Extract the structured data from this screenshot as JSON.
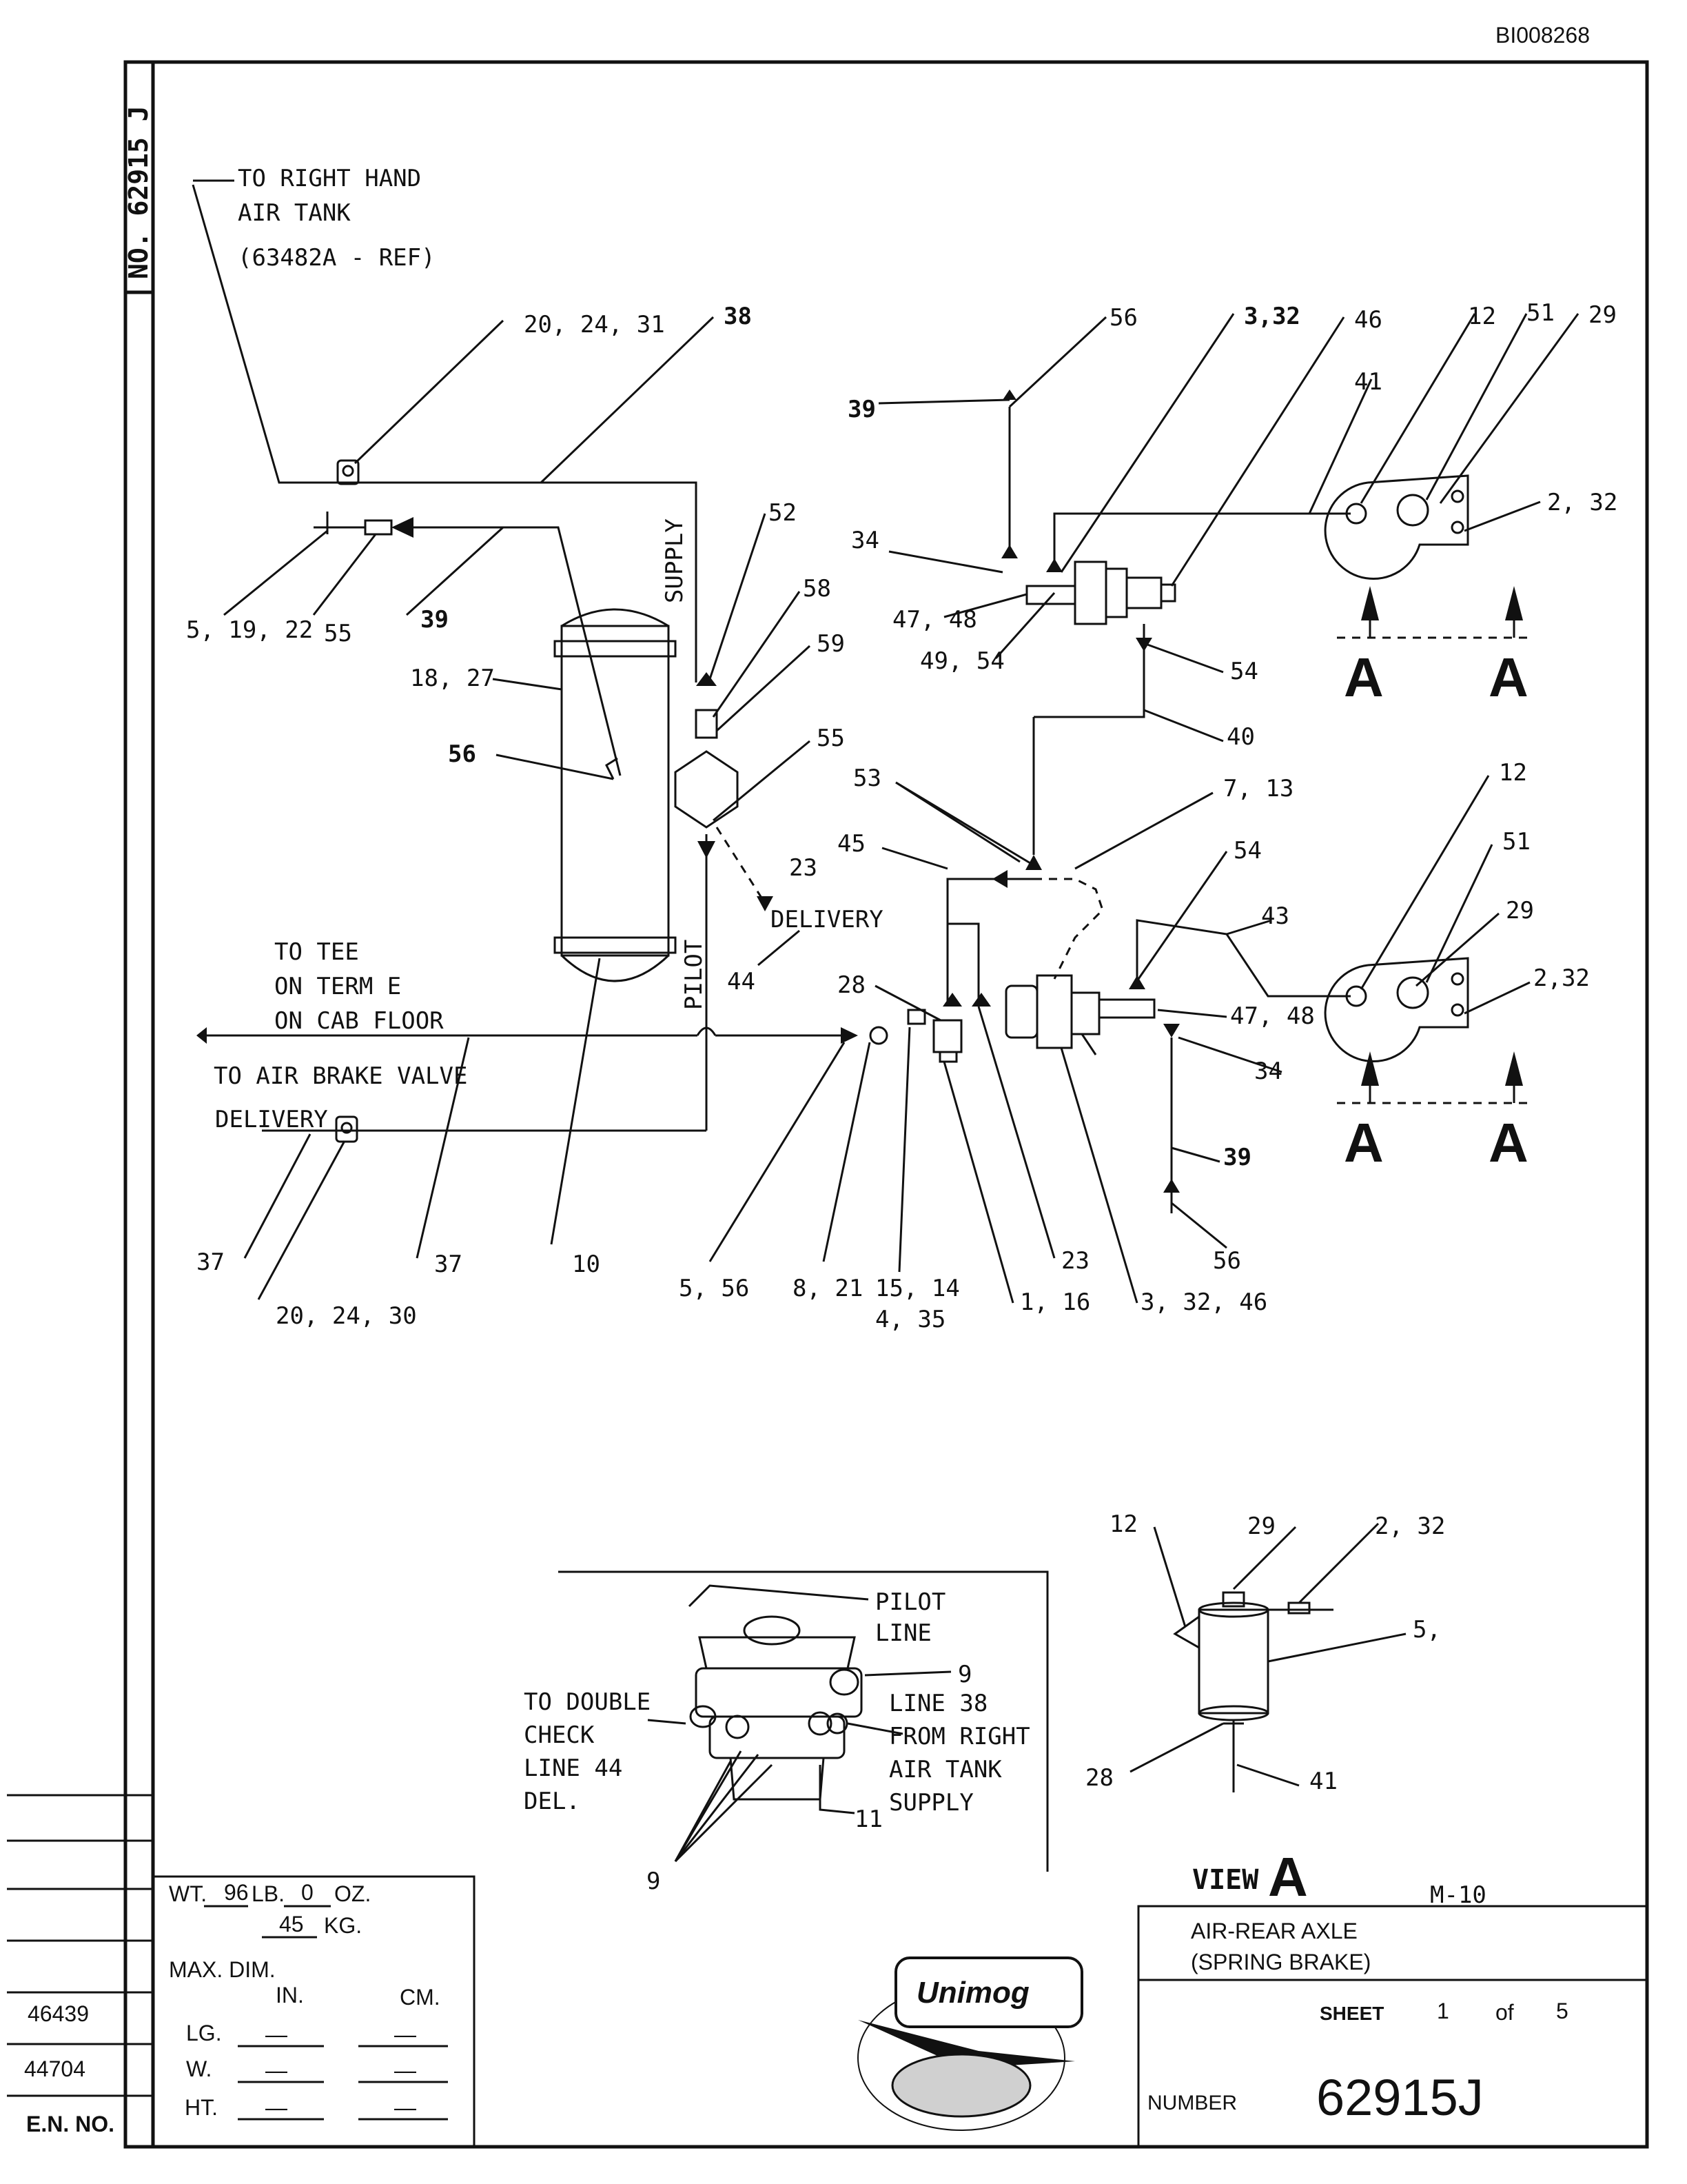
{
  "doc_id": "BI008268",
  "number_tab": "NO. 62915 J",
  "notes": {
    "right_tank_1": "TO RIGHT HAND",
    "right_tank_2": "AIR TANK",
    "right_tank_3": "(63482A - REF)",
    "tee_1": "TO TEE",
    "tee_2": "ON TERM E",
    "tee_3": "ON CAB FLOOR",
    "brake_valve": "TO AIR BRAKE VALVE",
    "delivery_left": "DELIVERY",
    "supply": "SUPPLY",
    "pilot": "PILOT",
    "delivery_mid": "DELIVERY"
  },
  "callouts": {
    "c_20_24_31": "20, 24, 31",
    "c_38": "38",
    "c_5_19_22": "5, 19, 22",
    "c_55a": "55",
    "c_39a": "39",
    "c_18_27": "18, 27",
    "c_56a": "56",
    "c_52": "52",
    "c_58": "58",
    "c_59": "59",
    "c_55b": "55",
    "c_23a": "23",
    "c_44": "44",
    "c_45": "45",
    "c_53": "53",
    "c_7_13": "7, 13",
    "c_28": "28",
    "c_56b": "56",
    "c_3_32": "3,32",
    "c_46": "46",
    "c_12a": "12",
    "c_51a": "51",
    "c_29a": "29",
    "c_41": "41",
    "c_2_32a": "2, 32",
    "c_39b": "39",
    "c_34a": "34",
    "c_47_48a": "47, 48",
    "c_49_54": "49, 54",
    "c_54a": "54",
    "c_40": "40",
    "c_12b": "12",
    "c_51b": "51",
    "c_29b": "29",
    "c_2_32b": "2,32",
    "c_54b": "54",
    "c_43": "43",
    "c_47_48b": "47, 48",
    "c_34b": "34",
    "c_39c": "39",
    "c_56c": "56",
    "c_37a": "37",
    "c_20_24_30": "20, 24, 30",
    "c_37b": "37",
    "c_10": "10",
    "c_5_56": "5, 56",
    "c_8_21": "8, 21",
    "c_15_14": "15, 14",
    "c_4_35": "4, 35",
    "c_1_16": "1, 16",
    "c_23b": "23",
    "c_3_32_46": "3, 32, 46"
  },
  "section_marks": {
    "letter": "A"
  },
  "view_a": {
    "c12": "12",
    "c29": "29",
    "c2_32": "2, 32",
    "c5": "5,",
    "c28": "28",
    "c41": "41",
    "caption_view": "VIEW",
    "caption_letter": "A",
    "model": "M-10"
  },
  "valve_detail": {
    "pilot_1": "PILOT",
    "pilot_2": "LINE",
    "c9a": "9",
    "line38_1": "LINE 38",
    "line38_2": "FROM RIGHT",
    "line38_3": "AIR TANK",
    "line38_4": "SUPPLY",
    "double_1": "TO DOUBLE",
    "double_2": "CHECK",
    "double_3": "LINE 44",
    "double_4": "DEL.",
    "c9b": "9",
    "c11": "11"
  },
  "title_block": {
    "wt_label": "WT.",
    "wt_lb": "96",
    "lb": "LB.",
    "wt_oz": "0",
    "oz": "OZ.",
    "wt_kg": "45",
    "kg": "KG.",
    "maxdim": "MAX. DIM.",
    "in": "IN.",
    "cm": "CM.",
    "lg": "LG.",
    "w": "W.",
    "ht": "HT.",
    "dash": "—",
    "en_1": "46439",
    "en_2": "44704",
    "en_no": "E.N. NO.",
    "title_1": "AIR-REAR AXLE",
    "title_2": "(SPRING BRAKE)",
    "sheet": "SHEET",
    "sheet_no": "1",
    "of": "of",
    "sheet_total": "5",
    "number_label": "NUMBER",
    "number": "62915J",
    "logo_text": "Unimog"
  }
}
